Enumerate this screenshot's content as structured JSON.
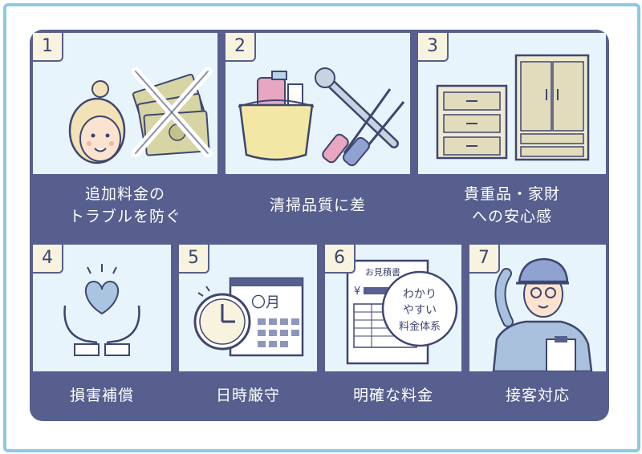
{
  "cards": [
    {
      "number": "1",
      "lines": [
        "追加料金の",
        "トラブルを防ぐ"
      ]
    },
    {
      "number": "2",
      "lines": [
        "清掃品質に差"
      ]
    },
    {
      "number": "3",
      "lines": [
        "貴重品・家財",
        "への安心感"
      ]
    },
    {
      "number": "4",
      "lines": [
        "損害補償"
      ]
    },
    {
      "number": "5",
      "lines": [
        "日時厳守"
      ]
    },
    {
      "number": "6",
      "lines": [
        "明確な料金"
      ]
    },
    {
      "number": "7",
      "lines": [
        "接客対応"
      ]
    }
  ],
  "calendar": {
    "month_text": "〇月"
  },
  "estimate": {
    "title": "お見積書",
    "yen": "¥",
    "bubble_lines": [
      "わかり",
      "やすい",
      "料金体系"
    ]
  },
  "icons": [
    "woman-face-icon",
    "crossed-money-icon",
    "cleaning-bucket-icon",
    "wrench-icon",
    "screwdriver-icon",
    "drawer-chest-icon",
    "wardrobe-icon",
    "hands-heart-icon",
    "clock-icon",
    "calendar-icon",
    "estimate-sheet-icon",
    "worker-salute-icon"
  ],
  "colors": {
    "board": "#565f8e",
    "card": "#e8f4fb",
    "frame": "#8ec9e4",
    "number_box": "#f7f3df"
  }
}
